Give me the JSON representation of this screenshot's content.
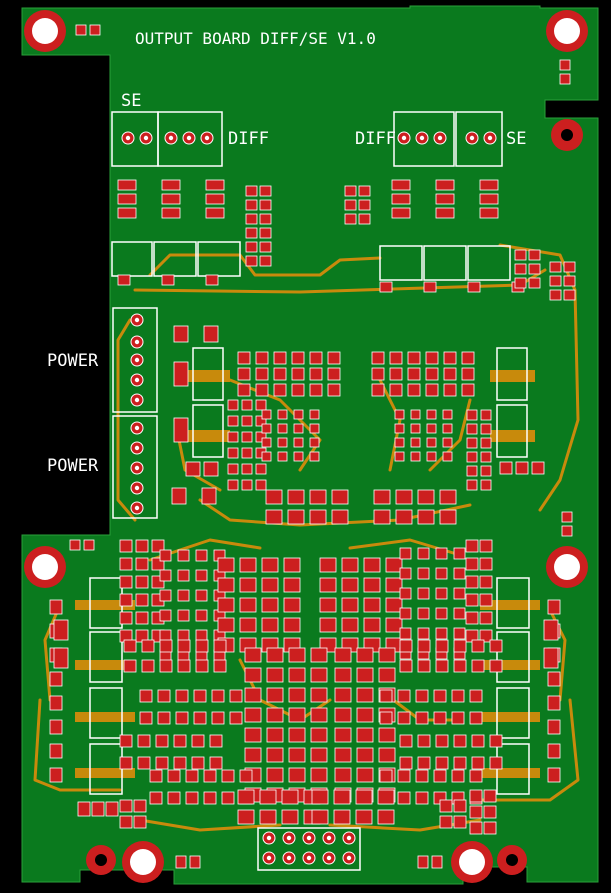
{
  "board": {
    "title": "OUTPUT BOARD DIFF/SE V1.0",
    "labels": {
      "se_left": "SE",
      "diff_left": "DIFF",
      "diff_right": "DIFF",
      "se_right": "SE",
      "power_top": "POWER",
      "power_bottom": "POWER"
    }
  },
  "colors": {
    "background": "#000000",
    "copper_fill": "#0a7a1e",
    "pad": "#cc1f1f",
    "trace": "#c88a0c",
    "silkscreen": "#ffffff"
  }
}
